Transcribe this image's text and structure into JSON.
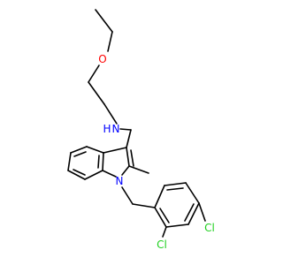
{
  "molecule": {
    "atoms": {
      "oxygen": "O",
      "nitrogen_amine": "N",
      "amine_hydrogen": "H",
      "nitrogen_indole": "N",
      "chlorine_4": "Cl",
      "chlorine_2": "Cl"
    },
    "colors": {
      "bond": "#000000",
      "oxygen": "#ff0000",
      "nitrogen": "#0000ff",
      "chlorine": "#1fd01f"
    }
  }
}
